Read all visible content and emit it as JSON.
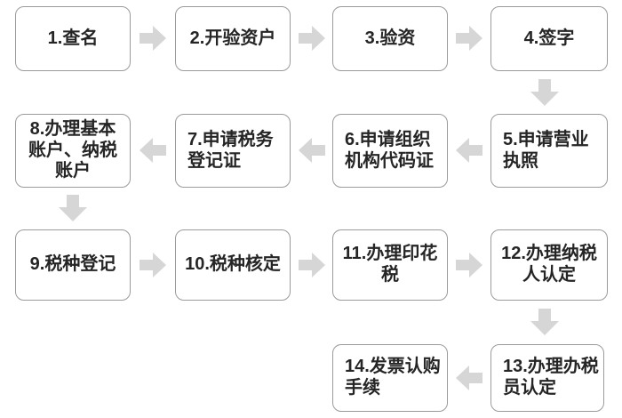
{
  "diagram": {
    "boxes": [
      {
        "num": "1",
        "label": "1.查名"
      },
      {
        "num": "2",
        "label": "2.开验资户"
      },
      {
        "num": "3",
        "label": "3.验资"
      },
      {
        "num": "4",
        "label": "4.签字"
      },
      {
        "num": "5",
        "label": "5.申请营业\n执照"
      },
      {
        "num": "6",
        "label": "6.申请组织\n机构代码证"
      },
      {
        "num": "7",
        "label": "7.申请税务\n登记证"
      },
      {
        "num": "8",
        "label": "8.办理基本\n账户、纳税\n账户"
      },
      {
        "num": "9",
        "label": "9.税种登记"
      },
      {
        "num": "10",
        "label": "10.税种核定"
      },
      {
        "num": "11",
        "label": "11.办理印花\n税"
      },
      {
        "num": "12",
        "label": "12.办理纳税\n人认定"
      },
      {
        "num": "13",
        "label": "13.办理办税\n员认定"
      },
      {
        "num": "14",
        "label": "14.发票认购\n手续"
      }
    ],
    "connections": [
      {
        "from": "1",
        "to": "2",
        "direction": "right"
      },
      {
        "from": "2",
        "to": "3",
        "direction": "right"
      },
      {
        "from": "3",
        "to": "4",
        "direction": "right"
      },
      {
        "from": "4",
        "to": "5",
        "direction": "down"
      },
      {
        "from": "5",
        "to": "6",
        "direction": "left"
      },
      {
        "from": "6",
        "to": "7",
        "direction": "left"
      },
      {
        "from": "7",
        "to": "8",
        "direction": "left"
      },
      {
        "from": "8",
        "to": "9",
        "direction": "down"
      },
      {
        "from": "9",
        "to": "10",
        "direction": "right"
      },
      {
        "from": "10",
        "to": "11",
        "direction": "right"
      },
      {
        "from": "11",
        "to": "12",
        "direction": "right"
      },
      {
        "from": "12",
        "to": "13",
        "direction": "down"
      },
      {
        "from": "13",
        "to": "14",
        "direction": "left"
      }
    ],
    "colors": {
      "background": "#ffffff",
      "box_fill": "#ffffff",
      "box_border": "#9b9b9b",
      "arrow_fill": "#d6d6d6",
      "text": "#252525"
    }
  }
}
